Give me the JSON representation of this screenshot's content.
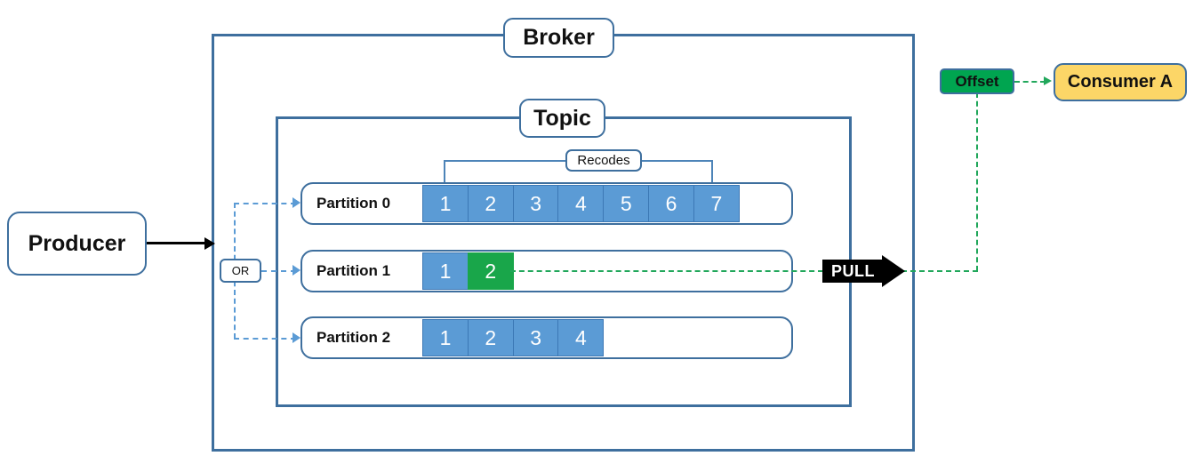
{
  "diagram": {
    "title": "Kafka Broker / Topic / Partition flow",
    "colors": {
      "frame_blue": "#3E6F9E",
      "record_blue": "#5B9BD5",
      "record_green": "#19A64A",
      "offset_green": "#00A550",
      "consumer_yellow": "#FCD667",
      "dashed_blue": "#5B9BD5",
      "dashed_green": "#21A75B",
      "pull_black": "#000000"
    }
  },
  "producer": {
    "label": "Producer"
  },
  "broker": {
    "label": "Broker"
  },
  "topic": {
    "label": "Topic"
  },
  "records_bracket": {
    "label": "Recodes"
  },
  "router": {
    "label": "OR"
  },
  "partitions": [
    {
      "label": "Partition 0",
      "cells": [
        {
          "value": "1",
          "color": "#5B9BD5"
        },
        {
          "value": "2",
          "color": "#5B9BD5"
        },
        {
          "value": "3",
          "color": "#5B9BD5"
        },
        {
          "value": "4",
          "color": "#5B9BD5"
        },
        {
          "value": "5",
          "color": "#5B9BD5"
        },
        {
          "value": "6",
          "color": "#5B9BD5"
        },
        {
          "value": "7",
          "color": "#5B9BD5"
        }
      ]
    },
    {
      "label": "Partition 1",
      "cells": [
        {
          "value": "1",
          "color": "#5B9BD5"
        },
        {
          "value": "2",
          "color": "#19A64A"
        }
      ]
    },
    {
      "label": "Partition 2",
      "cells": [
        {
          "value": "1",
          "color": "#5B9BD5"
        },
        {
          "value": "2",
          "color": "#5B9BD5"
        },
        {
          "value": "3",
          "color": "#5B9BD5"
        },
        {
          "value": "4",
          "color": "#5B9BD5"
        }
      ]
    }
  ],
  "pull": {
    "label": "PULL"
  },
  "offset": {
    "label": "Offset"
  },
  "consumer": {
    "label": "Consumer A"
  }
}
